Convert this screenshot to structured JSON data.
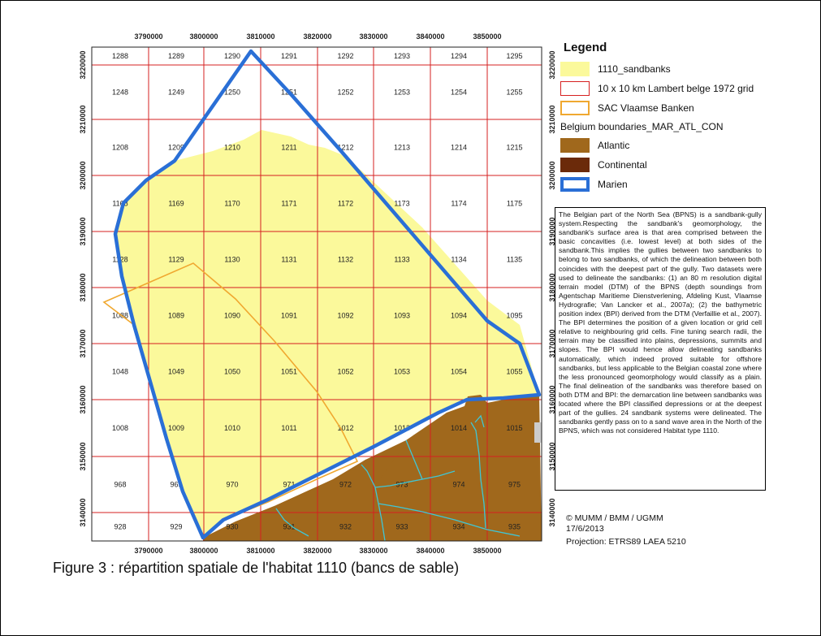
{
  "map": {
    "x_ticks": [
      "3790000",
      "3800000",
      "3810000",
      "3820000",
      "3830000",
      "3840000",
      "3850000"
    ],
    "y_ticks": [
      "3220000",
      "3210000",
      "3200000",
      "3190000",
      "3180000",
      "3170000",
      "3160000",
      "3150000",
      "3140000"
    ],
    "grid_rows": [
      [
        "1288",
        "1289",
        "1290",
        "1291",
        "1292",
        "1293",
        "1294",
        "1295"
      ],
      [
        "1248",
        "1249",
        "1250",
        "1251",
        "1252",
        "1253",
        "1254",
        "1255"
      ],
      [
        "1208",
        "1209",
        "1210",
        "1211",
        "1212",
        "1213",
        "1214",
        "1215"
      ],
      [
        "1168",
        "1169",
        "1170",
        "1171",
        "1172",
        "1173",
        "1174",
        "1175"
      ],
      [
        "1128",
        "1129",
        "1130",
        "1131",
        "1132",
        "1133",
        "1134",
        "1135"
      ],
      [
        "1088",
        "1089",
        "1090",
        "1091",
        "1092",
        "1093",
        "1094",
        "1095"
      ],
      [
        "1048",
        "1049",
        "1050",
        "1051",
        "1052",
        "1053",
        "1054",
        "1055"
      ],
      [
        "1008",
        "1009",
        "1010",
        "1011",
        "1012",
        "1013",
        "1014",
        "1015"
      ],
      [
        "968",
        "969",
        "970",
        "971",
        "972",
        "973",
        "974",
        "975"
      ],
      [
        "928",
        "929",
        "930",
        "931",
        "932",
        "933",
        "934",
        "935"
      ]
    ],
    "colors": {
      "sandbanks": "#fbf99b",
      "grid": "#d62020",
      "sac": "#f0a830",
      "atlantic": "#a0681c",
      "continental": "#6b2a0a",
      "marien": "#2a6fd6",
      "waterways": "#3fc6d6"
    }
  },
  "legend": {
    "title": "Legend",
    "items": [
      {
        "label": "1110_sandbanks",
        "swatch": "sandbanks"
      },
      {
        "label": "10 x 10 km Lambert belge 1972 grid",
        "swatch": "grid"
      },
      {
        "label": "SAC Vlaamse Banken",
        "swatch": "sac"
      }
    ],
    "group_title": "Belgium boundaries_MAR_ATL_CON",
    "group_items": [
      {
        "label": "Atlantic",
        "swatch": "atlantic"
      },
      {
        "label": "Continental",
        "swatch": "continental"
      },
      {
        "label": "Marien",
        "swatch": "marien"
      }
    ]
  },
  "description": "The Belgian part of the North Sea (BPNS) is a sandbank-gully system.Respecting the sandbank's geomorphology, the sandbank's surface area is that area comprised between the basic concavities (i.e. lowest level) at both sides of the sandbank.This implies the gullies between two sandbanks to belong to two sandbanks, of which the delineation between both coincides with the deepest part of the gully. Two datasets were used to delineate the sandbanks: (1) an 80 m resolution digital terrain model (DTM) of the BPNS (depth soundings from Agentschap Maritieme Dienstverlening, Afdeling Kust, Vlaamse Hydrografie; Van Lancker et al., 2007a); (2) the bathymetric position index (BPI) derived from the DTM (Verfaillie et al., 2007). The BPI determines the position of a given location or grid cell relative to neighbouring grid cells. Fine tuning search radii, the terrain may be classified into plains, depressions, summits and slopes. The BPI would hence allow delineating sandbanks automatically, which indeed proved suitable for offshore sandbanks, but less applicable to the Belgian coastal zone where the less pronounced geomorphology would classify as a plain. The final delineation of the sandbanks was therefore based on both DTM and BPI: the demarcation line between sandbanks was located where the BPI classified depressions or at the deepest part of the gullies. 24 sandbank systems were delineated. The sandbanks gently pass on to a sand wave area in the North of the BPNS, which was not considered Habitat type 1110.",
  "credits": {
    "organisation": "© MUMM / BMM / UGMM",
    "date": "17/6/2013",
    "projection": "Projection: ETRS89 LAEA 5210"
  },
  "caption": "Figure 3 : répartition spatiale de l'habitat 1110 (bancs de sable)"
}
